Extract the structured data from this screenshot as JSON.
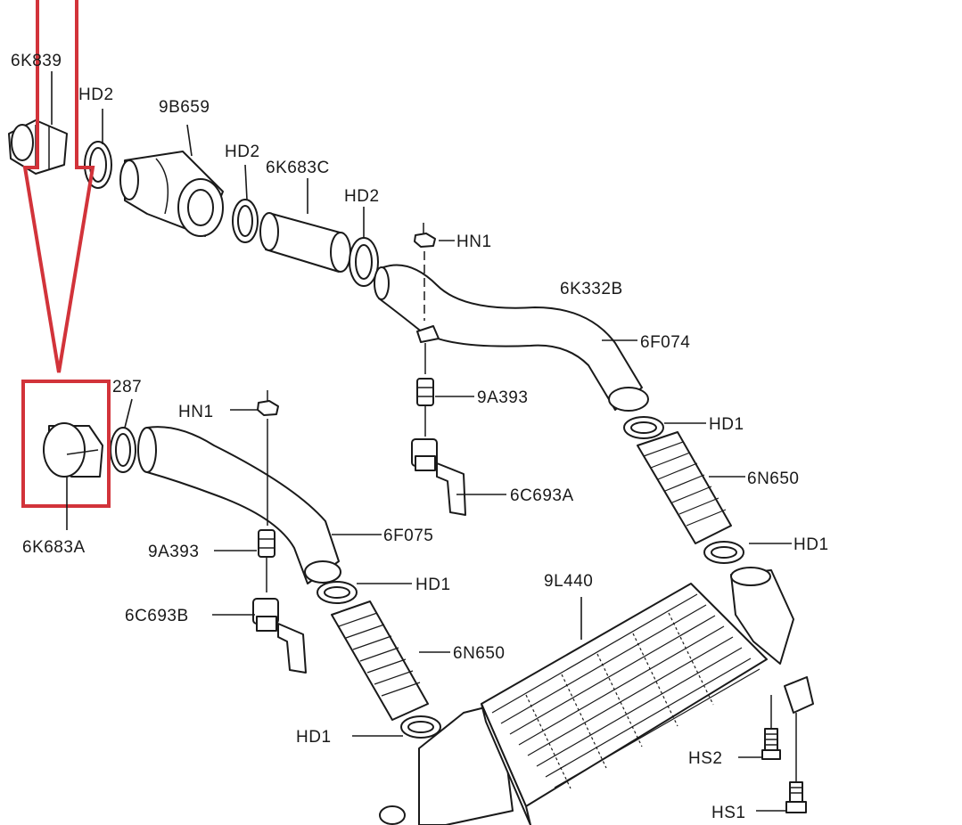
{
  "diagram": {
    "highlight_color": "#d2333a",
    "line_color": "#1a1a1a",
    "labels": {
      "l_6k839": "6K839",
      "l_hd2_a": "HD2",
      "l_9b659": "9B659",
      "l_hd2_b": "HD2",
      "l_6k683c": "6K683C",
      "l_hd2_c": "HD2",
      "l_hn1_a": "HN1",
      "l_6k332b": "6K332B",
      "l_6f074": "6F074",
      "l_287": "287",
      "l_hn1_b": "HN1",
      "l_9a393_a": "9A393",
      "l_hd1_a": "HD1",
      "l_6n650_a": "6N650",
      "l_6c693a": "6C693A",
      "l_6k683a": "6K683A",
      "l_6f075": "6F075",
      "l_hd1_b": "HD1",
      "l_9a393_b": "9A393",
      "l_hd1_c": "HD1",
      "l_9l440": "9L440",
      "l_6c693b": "6C693B",
      "l_6n650_b": "6N650",
      "l_hd1_d": "HD1",
      "l_hs2": "HS2",
      "l_hs1": "HS1"
    }
  }
}
